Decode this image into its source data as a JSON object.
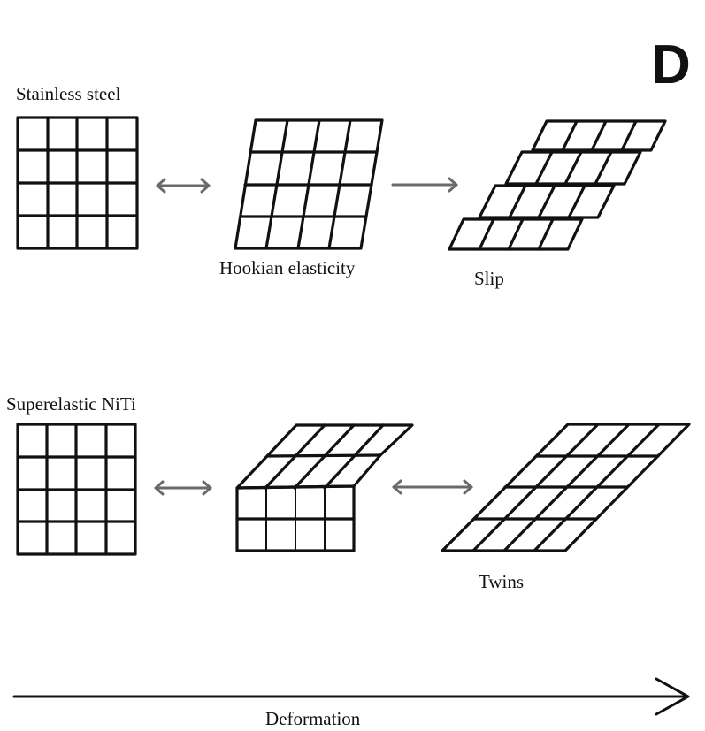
{
  "panel_label": "D",
  "rows": [
    {
      "material": "Stainless steel",
      "stages": [
        "",
        "Hookian elasticity",
        "Slip"
      ]
    },
    {
      "material": "Superelastic NiTi",
      "stages": [
        "",
        "",
        "Twins"
      ]
    }
  ],
  "axis_label": "Deformation"
}
